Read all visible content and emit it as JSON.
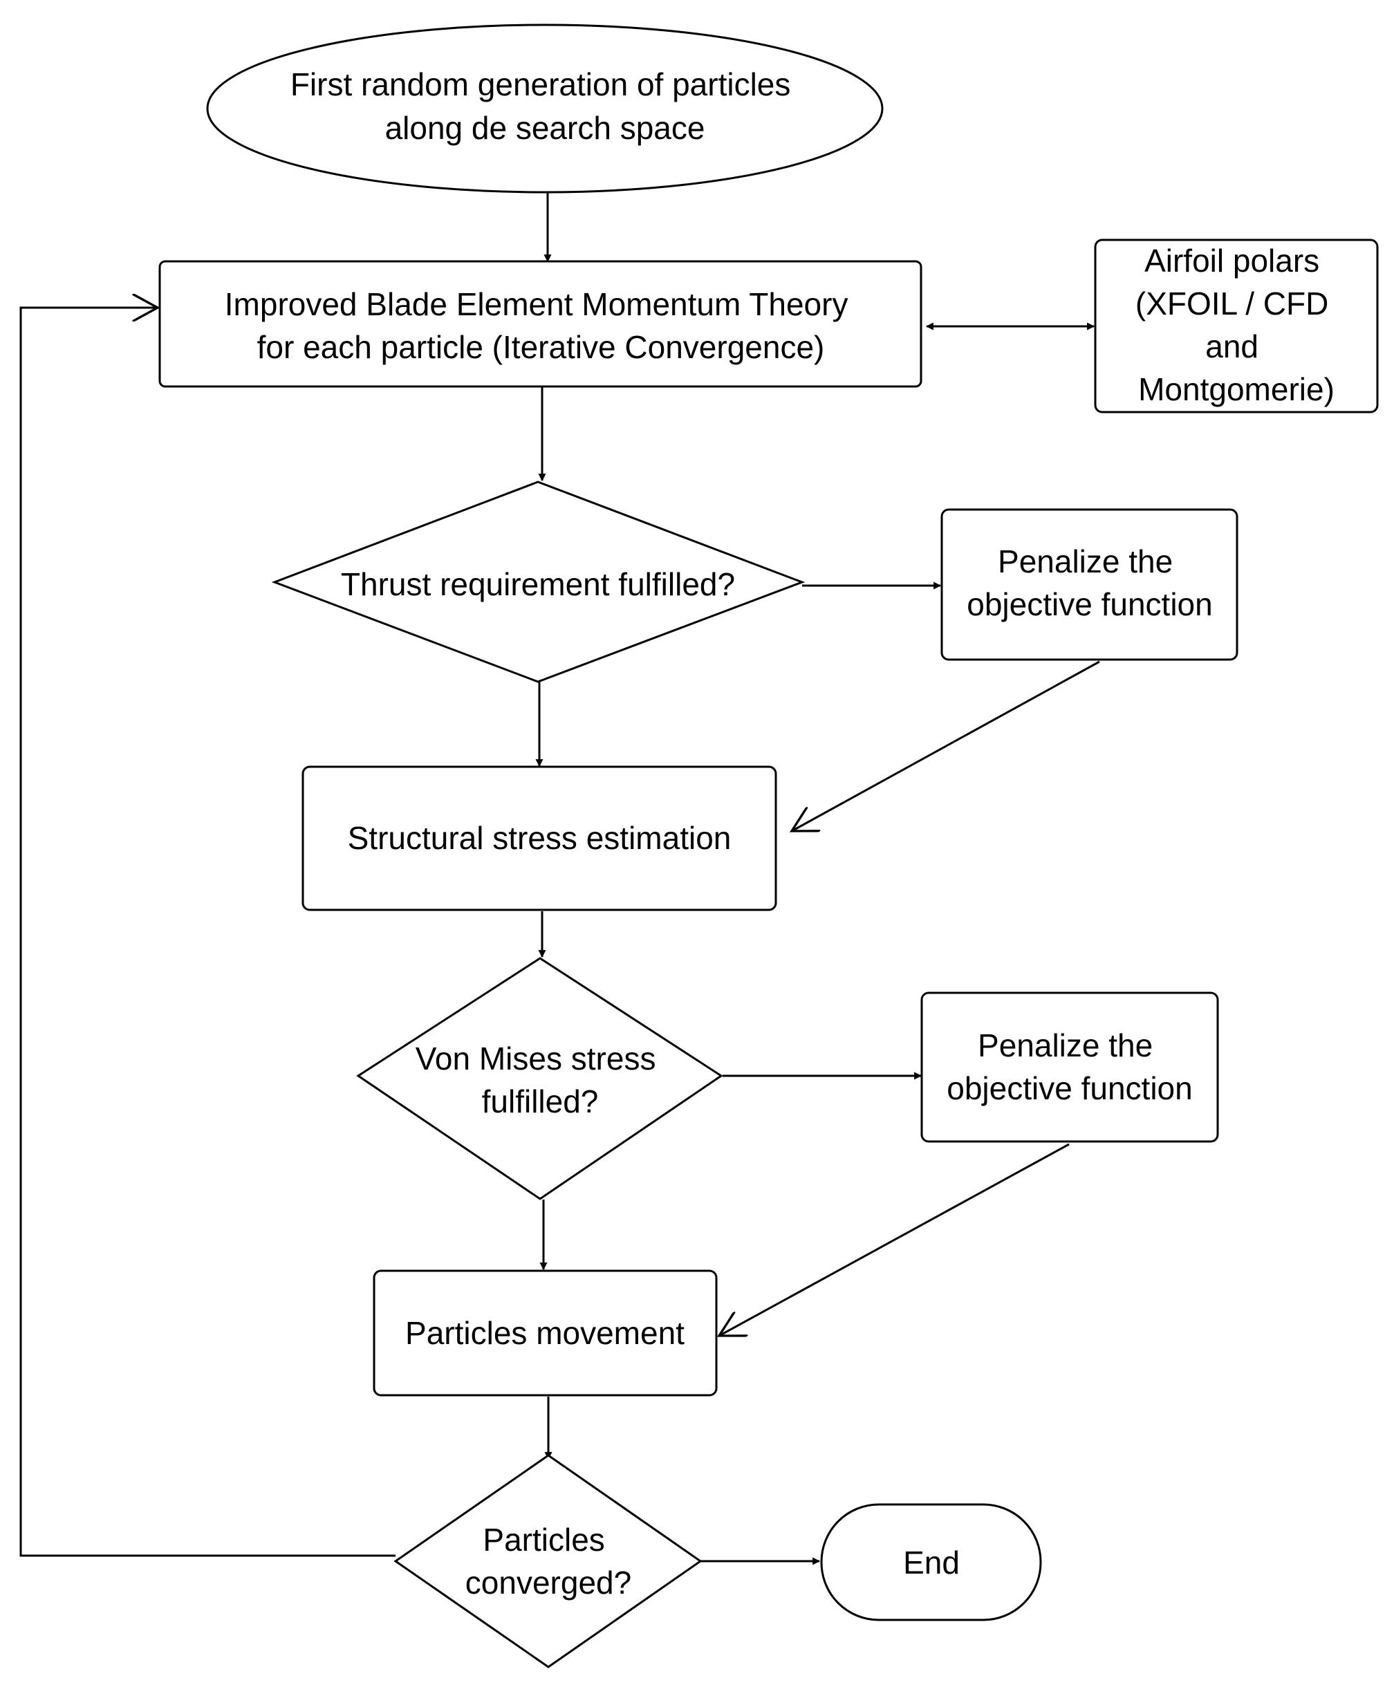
{
  "nodes": {
    "start": {
      "lines": [
        "First random generation of particles",
        "along de search space"
      ]
    },
    "bem": {
      "lines": [
        "Improved Blade Element Momentum Theory",
        "for each particle (Iterative Convergence)"
      ]
    },
    "polars": {
      "lines": [
        "Airfoil polars",
        "(XFOIL / CFD",
        "and",
        "Montgomerie)"
      ]
    },
    "thrust": {
      "lines": [
        "Thrust requirement fulfilled?"
      ]
    },
    "penalize1": {
      "lines": [
        "Penalize the",
        "objective function"
      ]
    },
    "stress": {
      "lines": [
        "Structural stress estimation"
      ]
    },
    "vonmises": {
      "lines": [
        "Von Mises stress",
        "fulfilled?"
      ]
    },
    "penalize2": {
      "lines": [
        "Penalize the",
        "objective function"
      ]
    },
    "movement": {
      "lines": [
        "Particles movement"
      ]
    },
    "converged": {
      "lines": [
        "Particles",
        "converged?"
      ]
    },
    "end": {
      "lines": [
        "End"
      ]
    }
  }
}
